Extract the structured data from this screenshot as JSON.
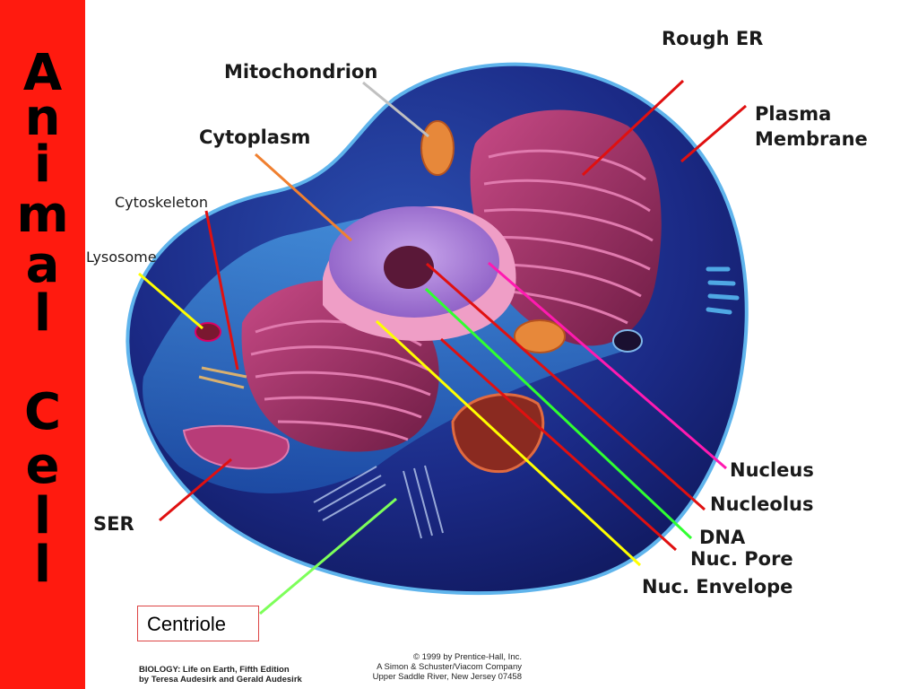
{
  "title_letters": [
    "A",
    "n",
    "i",
    "m",
    "a",
    "l",
    "C",
    "e",
    "l",
    "l"
  ],
  "labels": {
    "rough_er": "Rough ER",
    "mitochondrion": "Mitochondrion",
    "cytoplasm": "Cytoplasm",
    "cytoskeleton": "Cytoskeleton",
    "lysosome": "Lysosome",
    "plasma_membrane_1": "Plasma",
    "plasma_membrane_2": "Membrane",
    "nucleus": "Nucleus",
    "nucleolus": "Nucleolus",
    "dna": "DNA",
    "nuc_pore": "Nuc. Pore",
    "nuc_envelope": "Nuc. Envelope",
    "ser": "SER",
    "centriole": "Centriole"
  },
  "credits": {
    "left_1": "BIOLOGY: Life on Earth, Fifth Edition",
    "left_2": "by Teresa Audesirk and Gerald Audesirk",
    "right_1": "© 1999 by Prentice-Hall, Inc.",
    "right_2": "A Simon & Schuster/Viacom Company",
    "right_3": "Upper Saddle River, New Jersey 07458"
  },
  "colors": {
    "sidebar": "#ff1a0f",
    "cell_body": "#1b2a7a",
    "cell_top": "#2f78c8",
    "organelle": "#9a2a5a",
    "nucleus": "#b48ad8"
  }
}
